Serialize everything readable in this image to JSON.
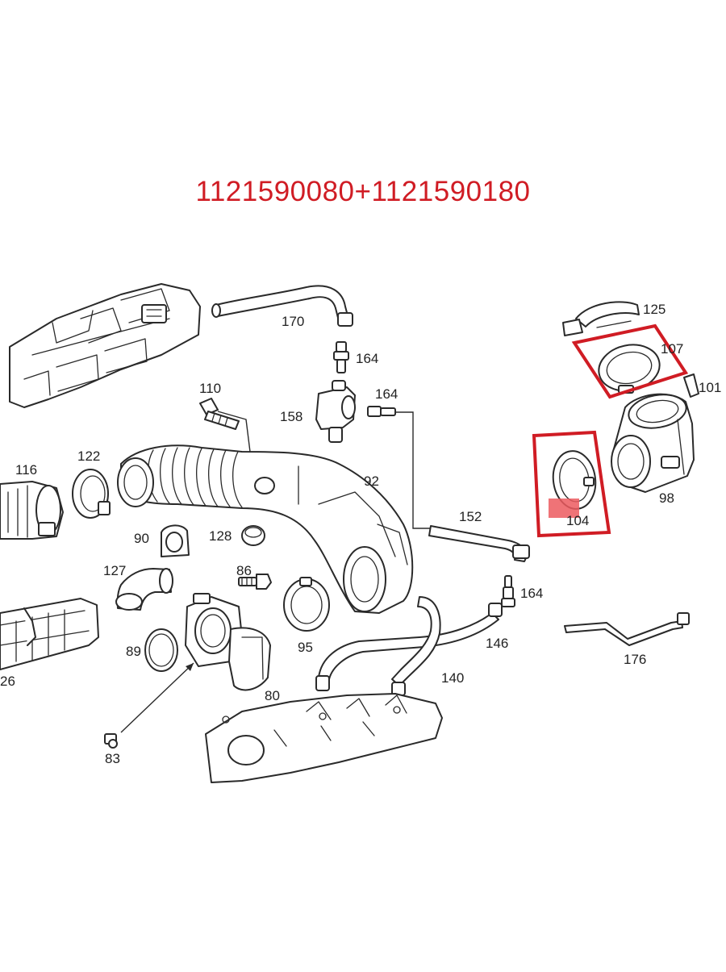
{
  "diagram": {
    "title": "1121590080+1121590180",
    "accent_color": "#d01c24",
    "highlight_fill": "#ec5a5f",
    "labels": {
      "p170": "170",
      "p164a": "164",
      "p164b": "164",
      "p164c": "164",
      "p125": "125",
      "p107": "107",
      "p101": "101",
      "p110": "110",
      "p158": "158",
      "p122": "122",
      "p116": "116",
      "p92": "92",
      "p152": "152",
      "p104": "104",
      "p98": "98",
      "p90": "90",
      "p128": "128",
      "p127": "127",
      "p86": "86",
      "p146": "146",
      "p176": "176",
      "p89": "89",
      "p95": "95",
      "p140": "140",
      "p26": "26",
      "p80": "80",
      "p83": "83"
    }
  }
}
